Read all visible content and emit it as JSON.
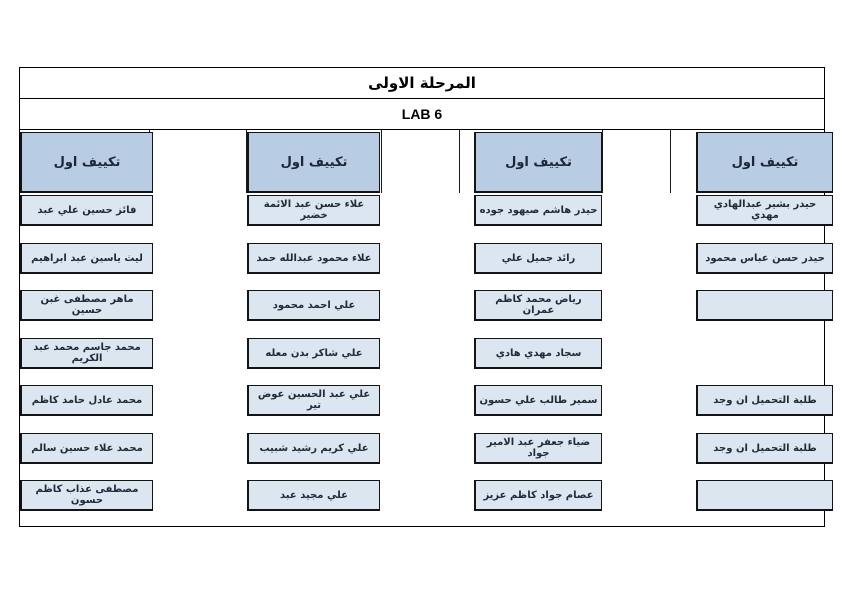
{
  "header": {
    "title": "المرحلة الاولى",
    "lab": "LAB 6"
  },
  "colors": {
    "group_header_fill": "#b8cce4",
    "name_cell_fill": "#dce6f1",
    "border": "#000000"
  },
  "columns": [
    {
      "header": "تكييف اول",
      "cells": [
        "حيدر بشير عبدالهادي مهدي",
        "حيدر حسن عباس محمود",
        "",
        null,
        "طلبة التحميل ان وجد",
        "طلبة التحميل ان وجد",
        ""
      ]
    },
    {
      "header": "تكييف اول",
      "cells": [
        "حيدر هاشم صيهود جوده",
        "رائد جميل علي",
        "رياض محمد كاظم عمران",
        "سجاد مهدي هادي",
        "سمير طالب علي حسون",
        "ضياء جعفر عبد الامير جواد",
        "عصام جواد كاظم عزيز"
      ]
    },
    {
      "header": "تكييف اول",
      "cells": [
        "علاء حسن عبد الائمة خضير",
        "علاء محمود عبدالله حمد",
        "علي احمد محمود",
        "علي شاكر بدن معله",
        "علي عبد الحسين عوض تير",
        "علي كريم رشيد شبيب",
        "علي مجيد عبد"
      ]
    },
    {
      "header": "تكييف اول",
      "cells": [
        "فائز حسين علي عبد",
        "ليث ياسين عبد ابراهيم",
        "ماهر مصطفى غبن حسين",
        "محمد جاسم محمد عبد الكريم",
        "محمد عادل حامد كاظم",
        "محمد علاء حسين سالم",
        "مصطفى عذاب كاظم حسون"
      ]
    }
  ]
}
